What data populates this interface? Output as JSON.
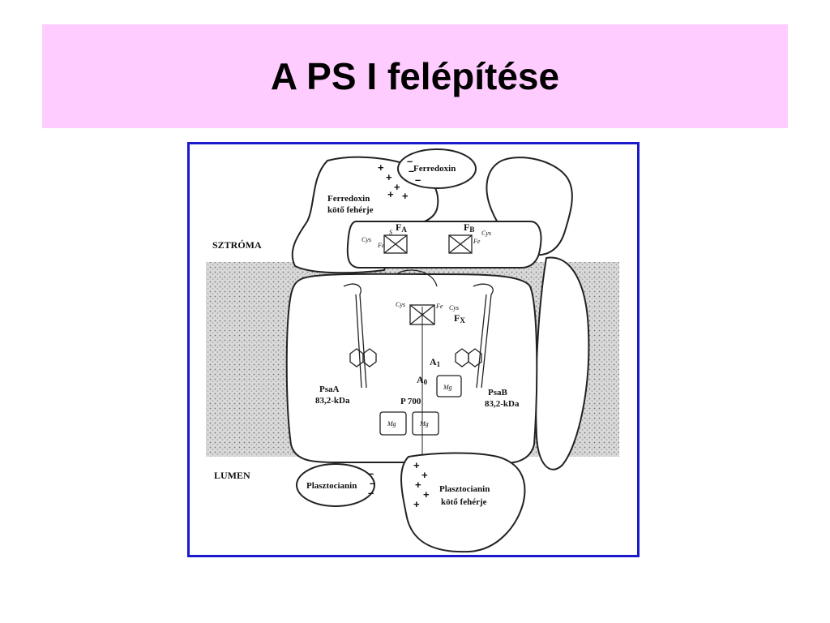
{
  "colors": {
    "banner": "#ffccff",
    "frame": "#1a1acc",
    "membrane": "#bdbdbd"
  },
  "slide": {
    "title": "A PS I felépítése"
  },
  "diagram": {
    "labels": {
      "stroma": "SZTRÓMA",
      "lumen": "LUMEN",
      "ferredoxin": "Ferredoxin",
      "fd_binding_1": "Ferredoxin",
      "fd_binding_2": "kötő fehérje",
      "plastocyanin": "Plasztocianin",
      "pc_binding_1": "Plasztocianin",
      "pc_binding_2": "kötő fehérje",
      "psaA_1": "PsaA",
      "psaA_2": "83,2-kDa",
      "psaB_1": "PsaB",
      "psaB_2": "83,2-kDa",
      "fa": "F",
      "fa_sub": "A",
      "fb": "F",
      "fb_sub": "B",
      "fx": "F",
      "fx_sub": "X",
      "a1": "A",
      "a1_sub": "1",
      "a0": "A",
      "a0_sub": "0",
      "p700": "P 700",
      "mg": "Mg",
      "cys": "Cys",
      "fe": "Fe",
      "s": "S",
      "plus": "+",
      "minus": "–"
    }
  }
}
